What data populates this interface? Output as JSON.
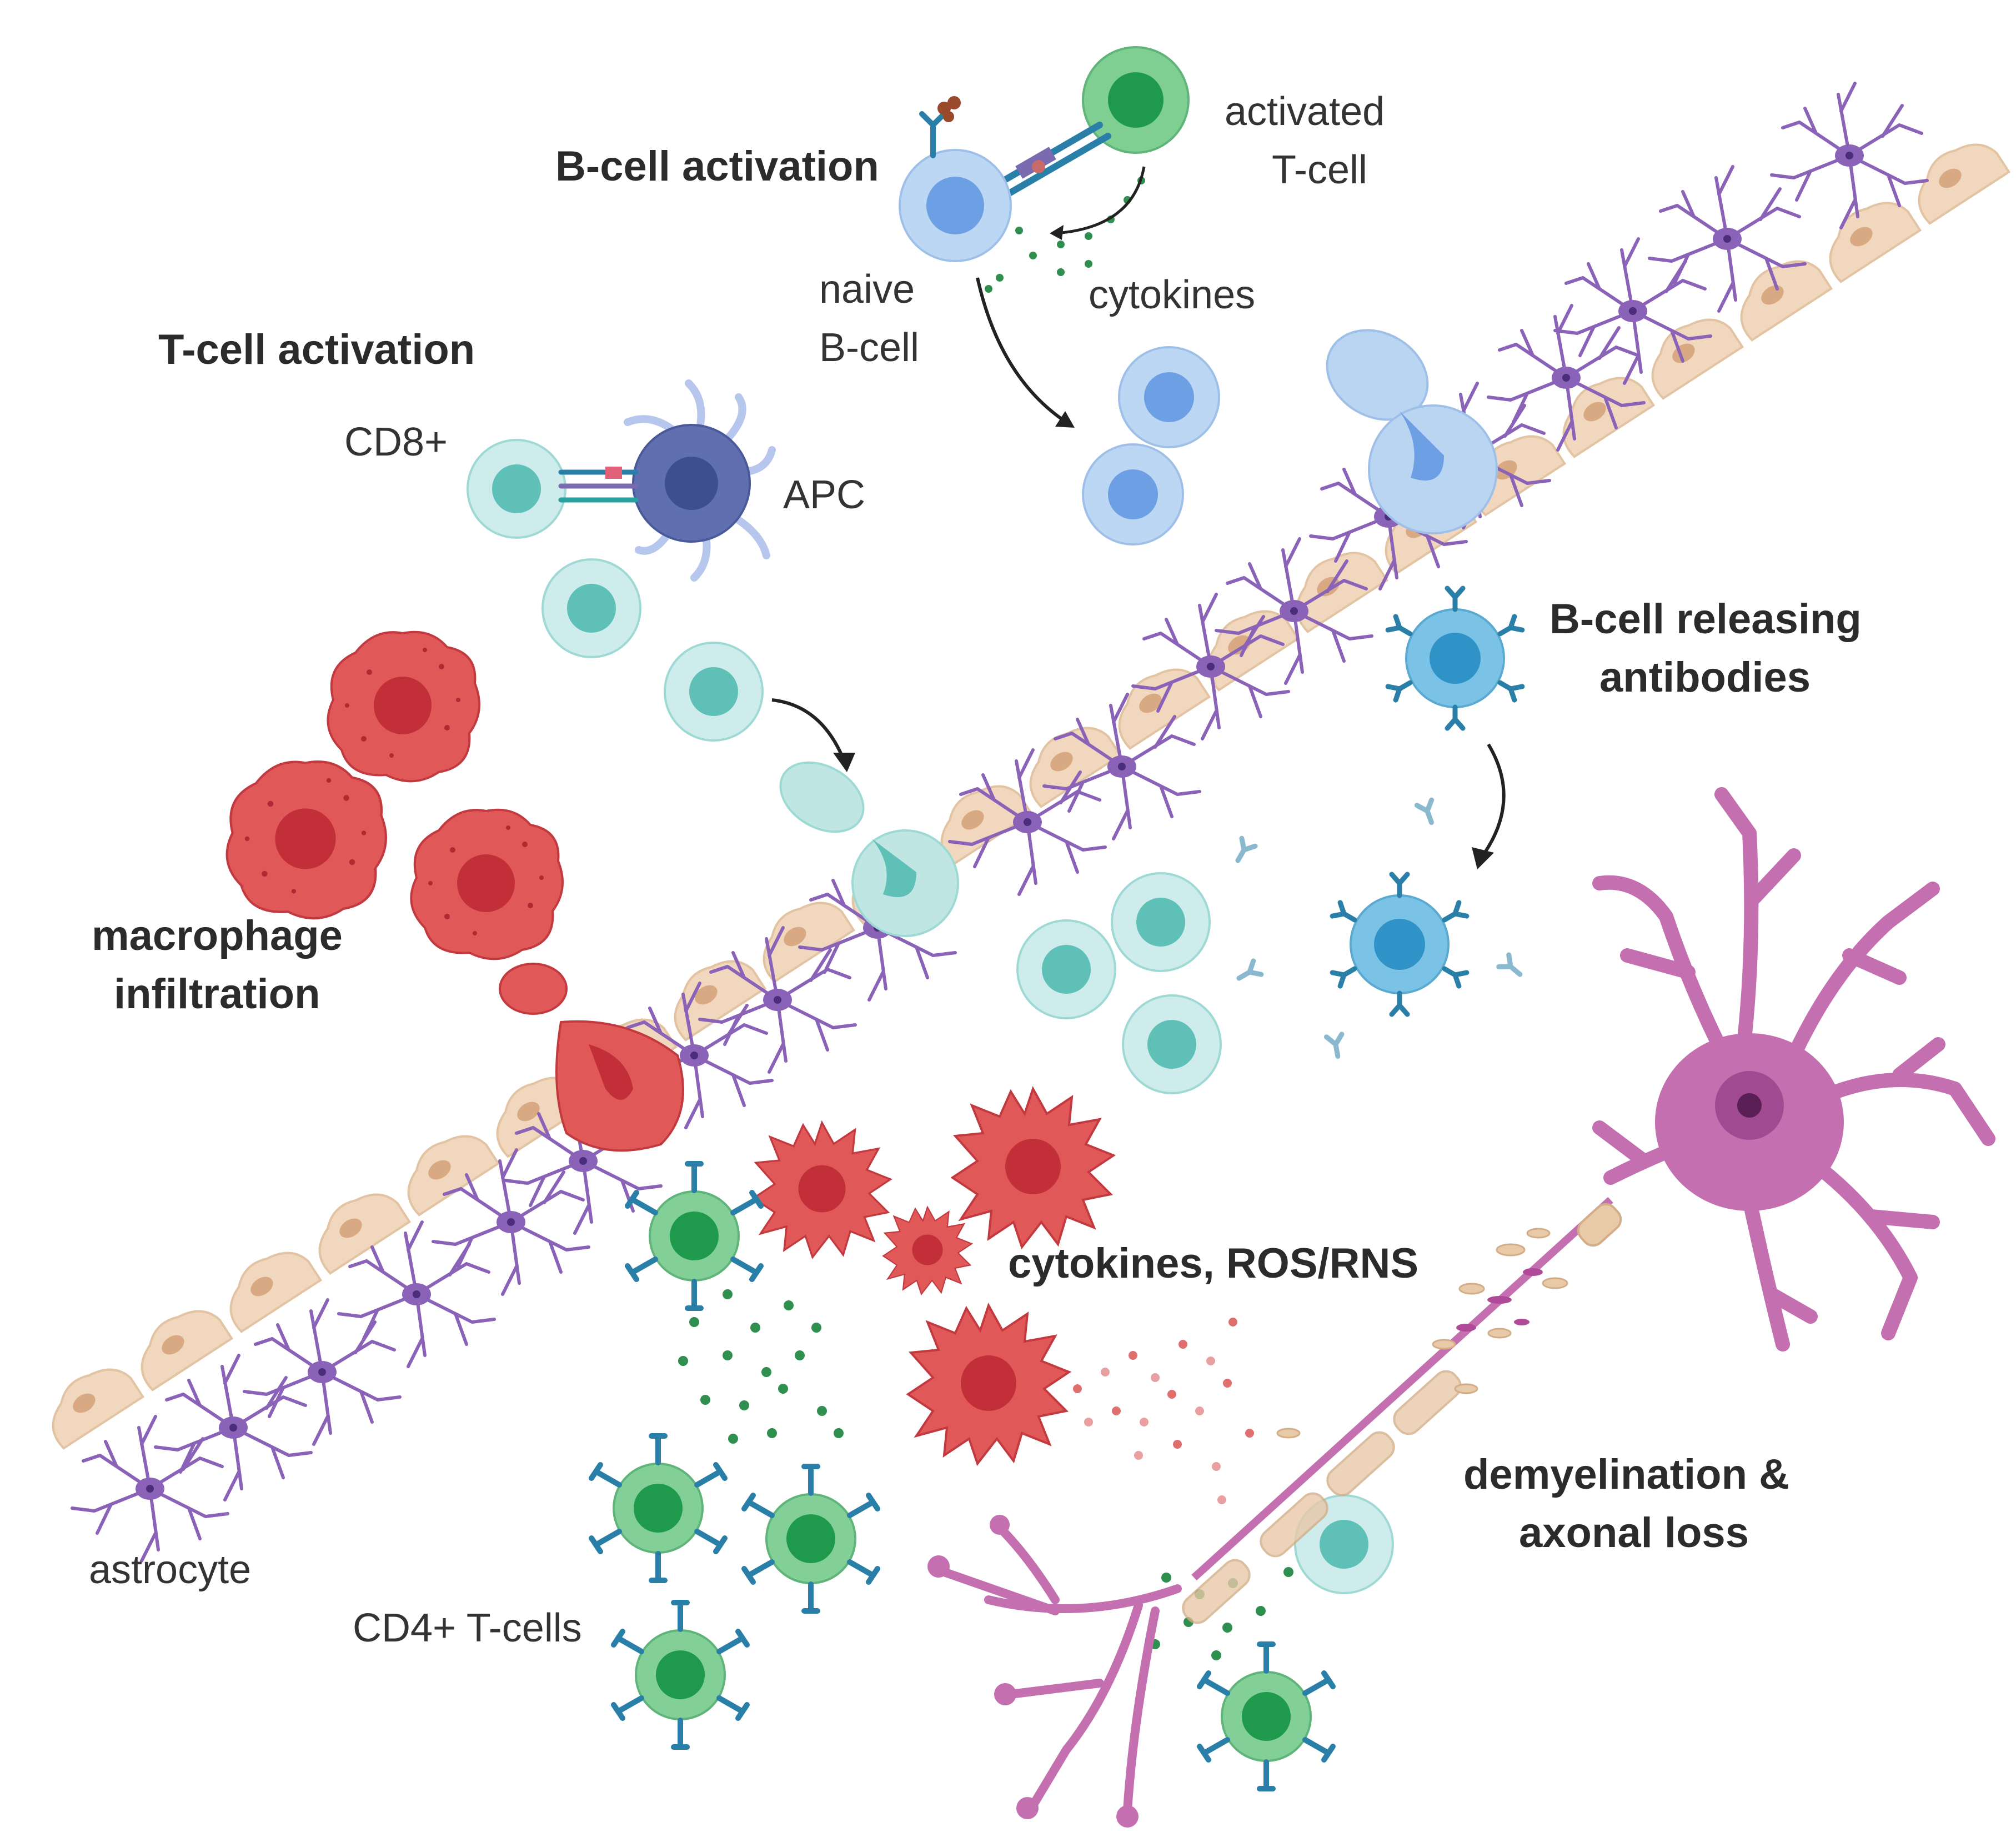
{
  "labels": {
    "b_cell_activation": "B-cell activation",
    "activated_t_cell_line1": "activated",
    "activated_t_cell_line2": "T-cell",
    "naive_b_cell_line1": "naive",
    "naive_b_cell_line2": "B-cell",
    "cytokines_top": "cytokines",
    "t_cell_activation": "T-cell activation",
    "cd8": "CD8+",
    "apc": "APC",
    "b_cell_releasing_line1": "B-cell releasing",
    "b_cell_releasing_line2": "antibodies",
    "macrophage_line1": "macrophage",
    "macrophage_line2": "infiltration",
    "cytokines_ros": "cytokines, ROS/RNS",
    "demyelination_line1": "demyelination &",
    "demyelination_line2": "axonal loss",
    "astrocyte": "astrocyte",
    "cd4_t_cells": "CD4+ T-cells"
  },
  "colors": {
    "endothelium": "#f1d7bd",
    "endothelium_nucleus": "#d9a983",
    "astrocyte": "#8a62b8",
    "cd8_cell": "#bfe6e3",
    "cd8_nucleus": "#5fc0b8",
    "apc": "#5f6fb0",
    "b_cell_naive": "#b9d5f2",
    "b_cell_nucleus": "#6c9fe3",
    "plasma_cell": "#2f93c8",
    "antibody": "#2a7fa8",
    "macrophage": "#e05858",
    "macrophage_nucleus": "#c32f38",
    "cd4_cell": "#7fcf93",
    "cd4_nucleus": "#1f9a4c",
    "neuron": "#c46fb0",
    "myelin": "#e8c9a8"
  }
}
